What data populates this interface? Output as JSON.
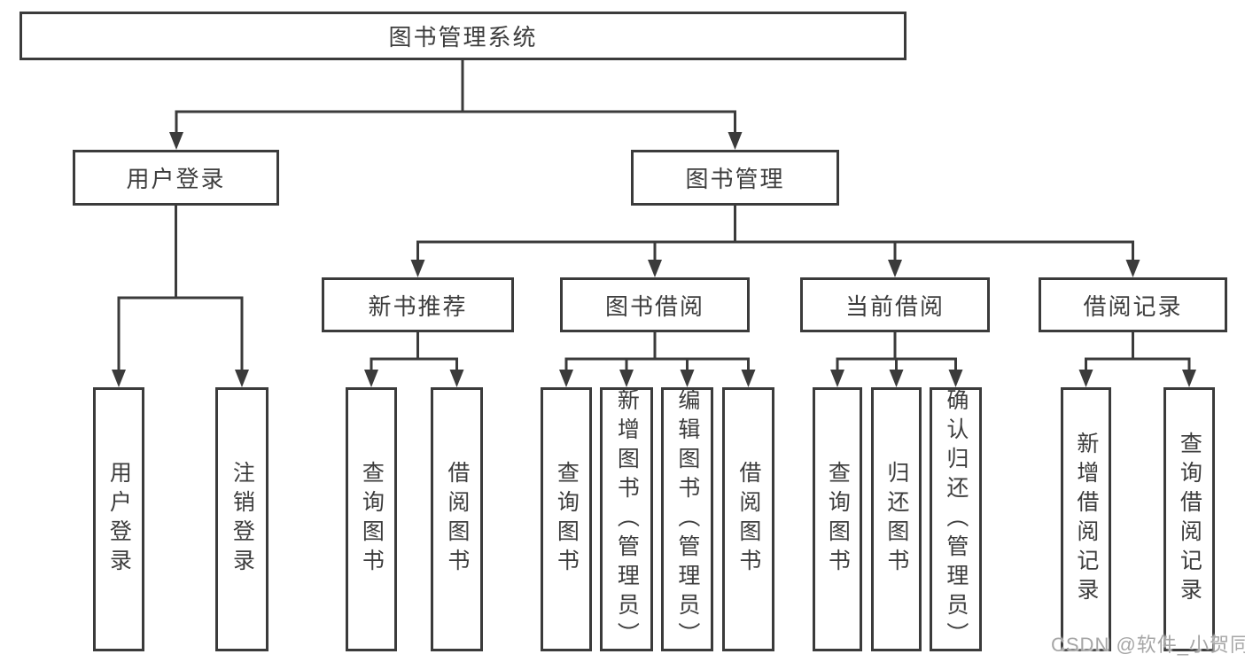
{
  "colors": {
    "line": "#3b3b3b",
    "text": "#3d3d3d",
    "background": "#ffffff",
    "watermark": "#a6a6a6"
  },
  "watermark": {
    "text": "CSDN @软件_小贺同学"
  },
  "tree": {
    "root": {
      "label": "图书管理系统"
    },
    "user_branch": {
      "label": "用户登录",
      "children": [
        {
          "label": "用户登录"
        },
        {
          "label": "注销登录"
        }
      ]
    },
    "book_branch": {
      "label": "图书管理",
      "groups": [
        {
          "label": "新书推荐",
          "children": [
            {
              "label": "查询图书"
            },
            {
              "label": "借阅图书"
            }
          ]
        },
        {
          "label": "图书借阅",
          "children": [
            {
              "label": "查询图书"
            },
            {
              "label": "新增图书（管理员）"
            },
            {
              "label": "编辑图书（管理员）"
            },
            {
              "label": "借阅图书"
            }
          ]
        },
        {
          "label": "当前借阅",
          "children": [
            {
              "label": "查询图书"
            },
            {
              "label": "归还图书"
            },
            {
              "label": "确认归还（管理员）"
            }
          ]
        },
        {
          "label": "借阅记录",
          "children": [
            {
              "label": "新增借阅记录"
            },
            {
              "label": "查询借阅记录"
            }
          ]
        }
      ]
    }
  }
}
